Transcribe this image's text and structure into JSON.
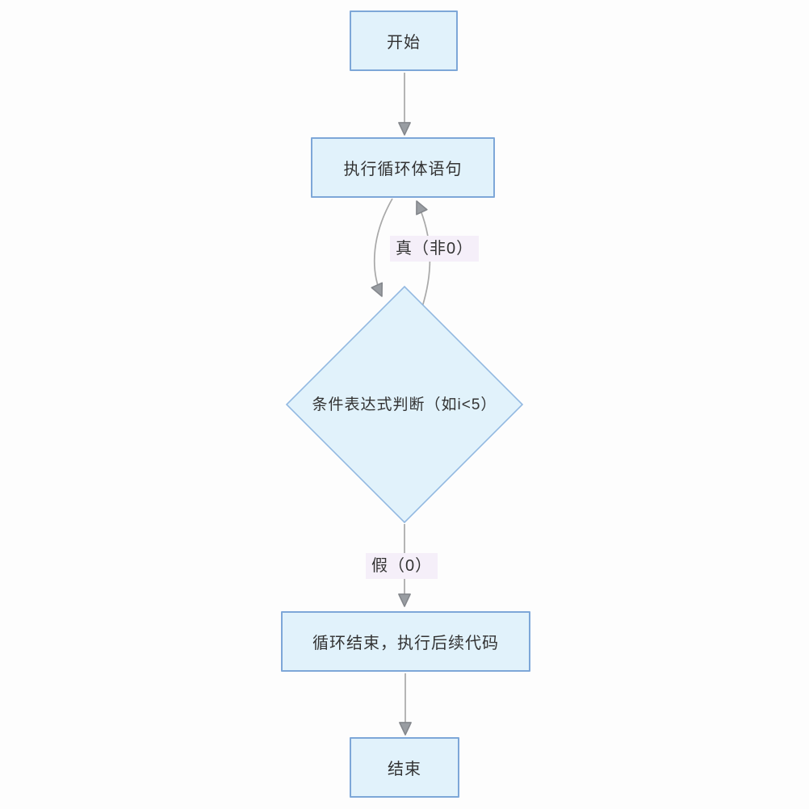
{
  "colors": {
    "node_fill": "#e1f2fb",
    "node_border": "#7da7d8",
    "diamond_border": "#92b8e1",
    "edge": "#a8a8a8",
    "arrowhead_fill": "#999da2",
    "arrowhead_stroke": "#84878c",
    "label_bg": "#f5eff9",
    "text": "#333333",
    "background": "#fdfdfd"
  },
  "flowchart": {
    "nodes": {
      "start": {
        "label": "开始",
        "shape": "rectangle"
      },
      "loop_body": {
        "label": "执行循环体语句",
        "shape": "rectangle"
      },
      "condition": {
        "label": "条件表达式判断（如i<5）",
        "shape": "diamond"
      },
      "after_loop": {
        "label": "循环结束，执行后续代码",
        "shape": "rectangle"
      },
      "end": {
        "label": "结束",
        "shape": "rectangle"
      }
    },
    "edges": {
      "start_to_loop_body": {
        "label": ""
      },
      "loop_body_to_condition": {
        "label": ""
      },
      "condition_to_loop_body": {
        "label": "真（非0）"
      },
      "condition_to_after_loop": {
        "label": "假（0）"
      },
      "after_loop_to_end": {
        "label": ""
      }
    }
  }
}
